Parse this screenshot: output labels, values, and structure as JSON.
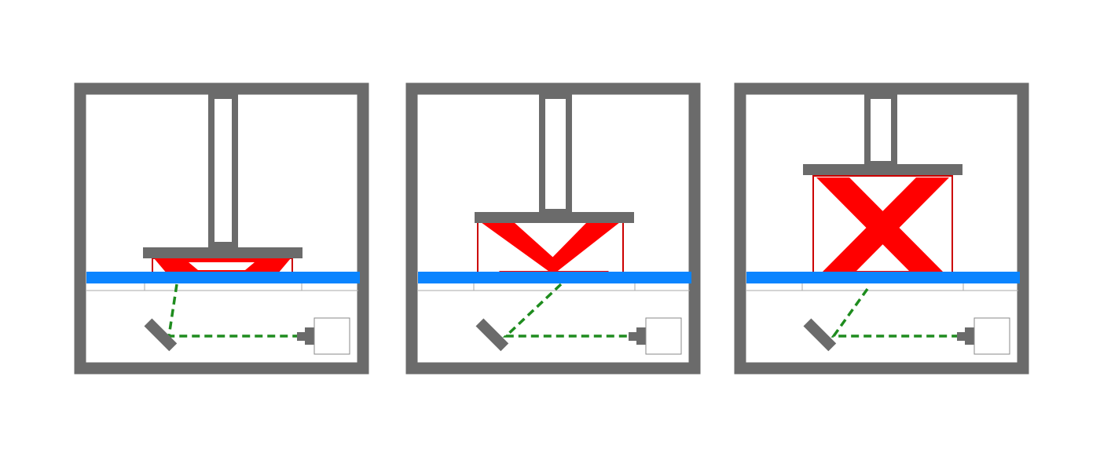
{
  "diagram": {
    "panels": [
      {
        "id": "stage-1",
        "part_progress": 0.1
      },
      {
        "id": "stage-2",
        "part_progress": 0.5
      },
      {
        "id": "stage-3",
        "part_progress": 1.0
      }
    ],
    "colors": {
      "frame": "#6b6b6b",
      "resin": "#0a84ff",
      "printed_part": "#ff0000",
      "support_outline": "#cc0000",
      "laser_path": "#1e8c1e",
      "light_source_fill": "#ffffff",
      "light_source_stroke": "#888888",
      "base_lines": "#aaaaaa"
    },
    "icons": {
      "mirror": "galvo-mirror-icon",
      "light_source": "laser-module-icon"
    }
  }
}
